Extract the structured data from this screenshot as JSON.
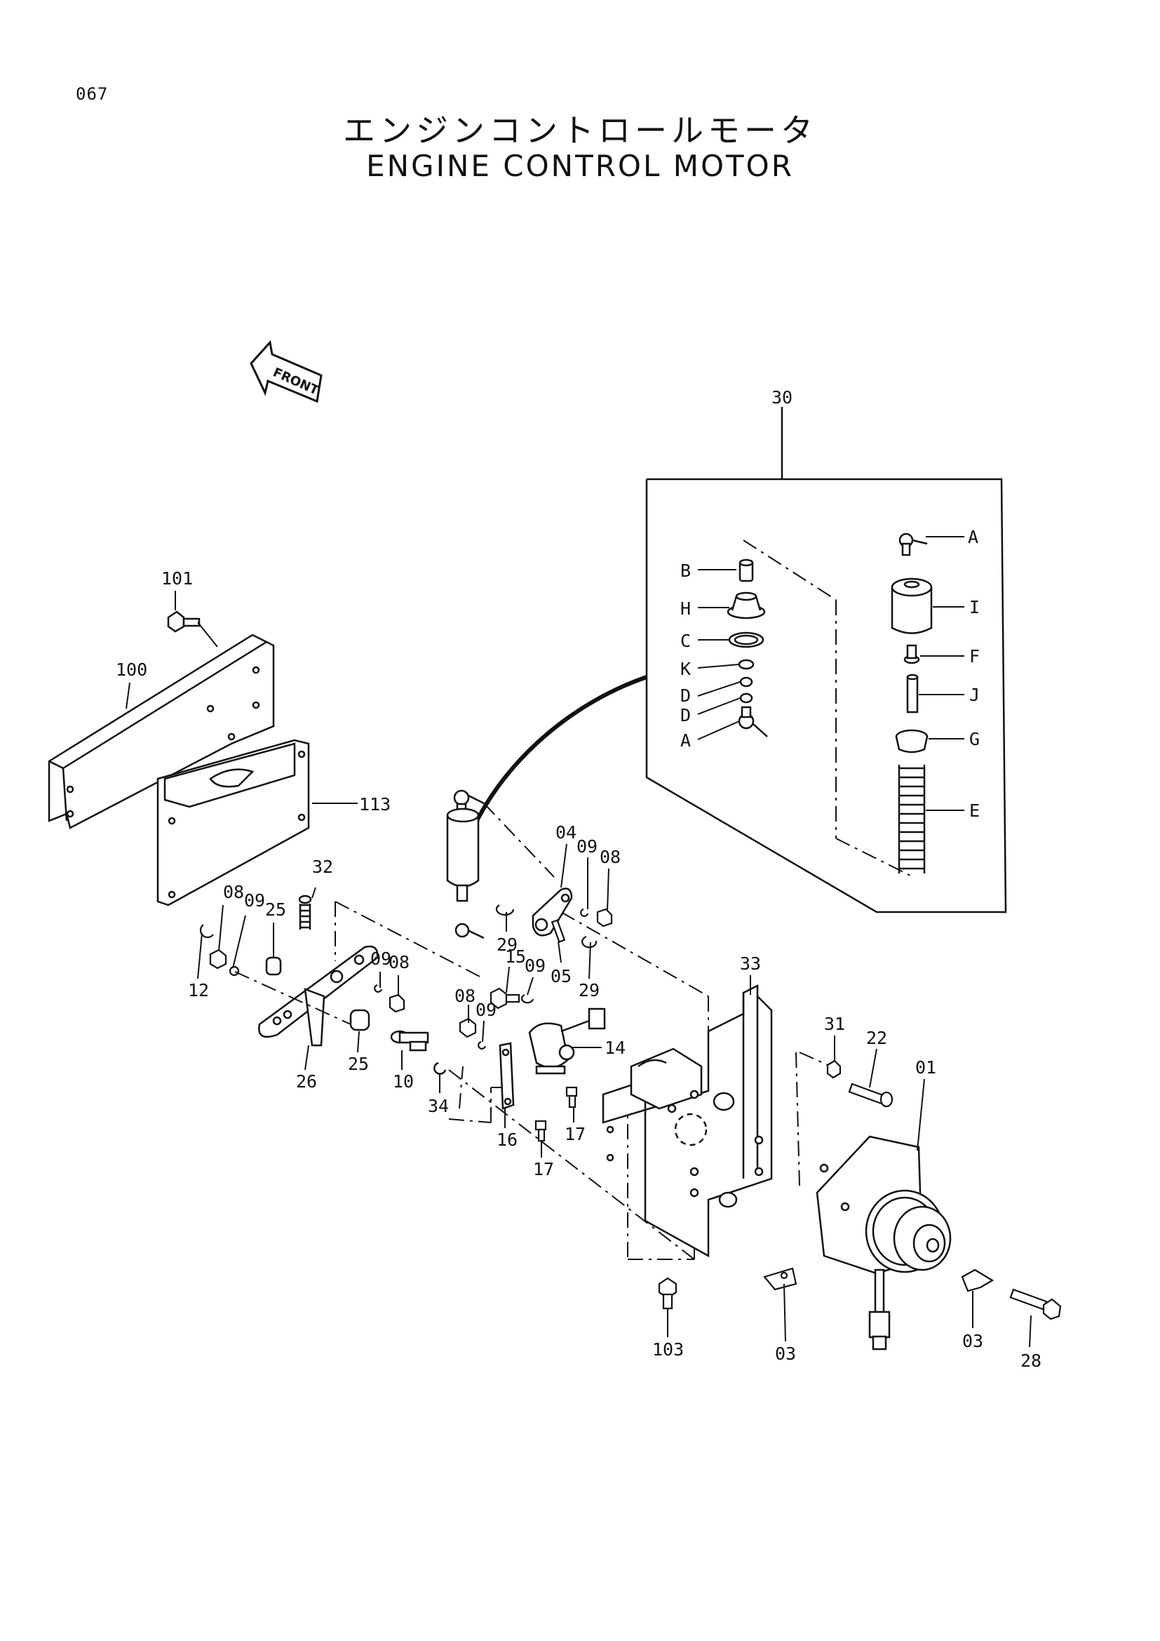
{
  "page": {
    "number": "067",
    "title_jp": "エンジンコントロールモータ",
    "title_en": "ENGINE CONTROL MOTOR"
  },
  "front_arrow": {
    "label": "FRONT"
  },
  "callouts": {
    "c30": "30",
    "c101": "101",
    "c100": "100",
    "c113": "113",
    "c32": "32",
    "c08a": "08",
    "c09a": "09",
    "c25a": "25",
    "c12": "12",
    "c09b": "09",
    "c08b": "08",
    "c26": "26",
    "c25b": "25",
    "c10": "10",
    "c34": "34",
    "c04": "04",
    "c09c": "09",
    "c08c": "08",
    "c29a": "29",
    "c15": "15",
    "c09d": "09",
    "c05": "05",
    "c29b": "29",
    "c08d": "08",
    "c09e": "09",
    "c14": "14",
    "c16": "16",
    "c17a": "17",
    "c17b": "17",
    "c33": "33",
    "c31": "31",
    "c22": "22",
    "c01": "01",
    "c103": "103",
    "c03a": "03",
    "c03b": "03",
    "c28": "28"
  },
  "kit_labels": {
    "A1": "A",
    "B": "B",
    "H": "H",
    "C": "C",
    "K": "K",
    "D1": "D",
    "D2": "D",
    "A2": "A",
    "I": "I",
    "F": "F",
    "J": "J",
    "G": "G",
    "E": "E"
  }
}
